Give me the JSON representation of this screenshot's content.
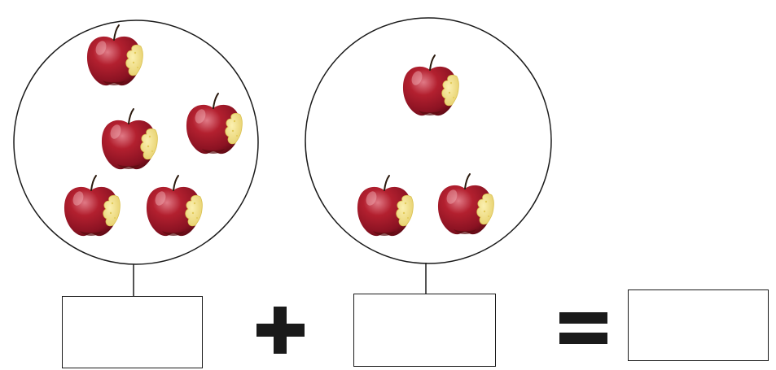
{
  "worksheet": {
    "groups": [
      {
        "name": "left-group",
        "apple_count": 5,
        "answer_value": ""
      },
      {
        "name": "right-group",
        "apple_count": 3,
        "answer_value": ""
      }
    ],
    "result_value": ""
  },
  "icons": {
    "apple": "bitten-apple-icon",
    "plus": "plus-sign-icon",
    "equals": "equals-sign-icon"
  },
  "colors": {
    "apple_red": "#a3182a",
    "apple_dark": "#5e0a14",
    "apple_highlight": "#e07a86",
    "bite": "#f2e08a",
    "bite_edge": "#d9c04e",
    "stem": "#2b1a0e",
    "outline": "#1a1a1a"
  }
}
